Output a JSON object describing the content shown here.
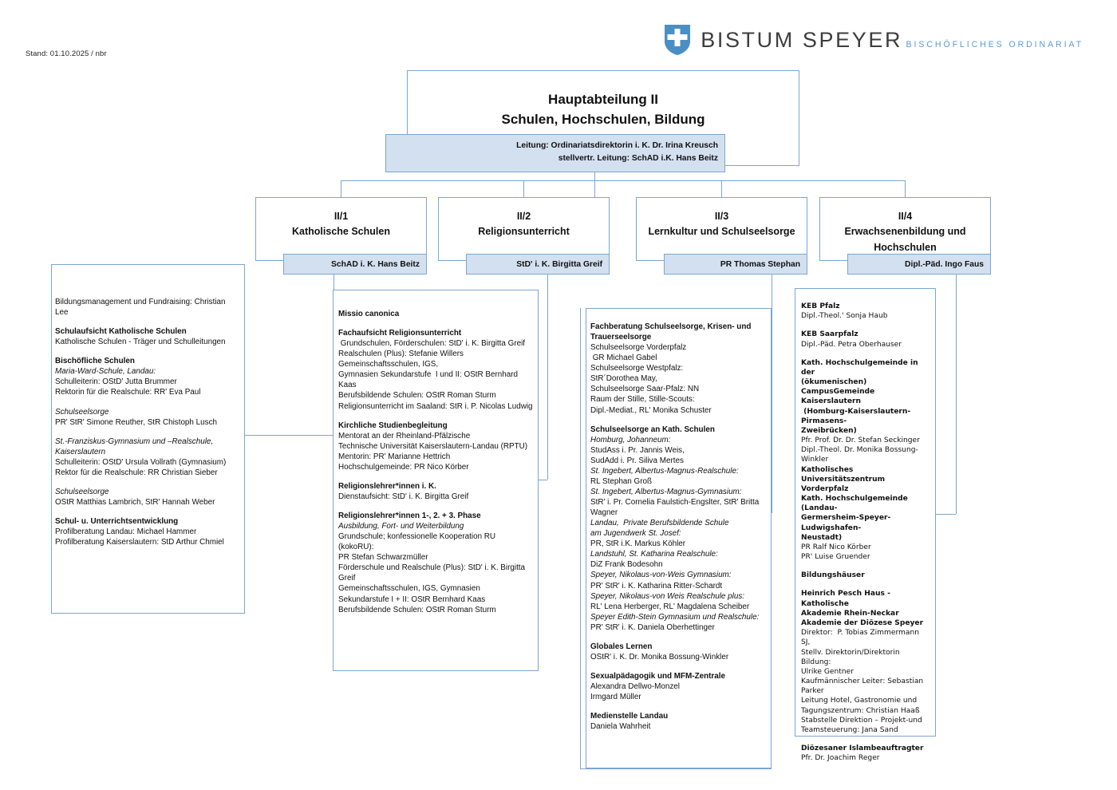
{
  "meta": {
    "stamp": "Stand: 01.10.2025 / nbr"
  },
  "logo": {
    "shield_icon": "shield-cross-icon",
    "main": "BISTUM SPEYER",
    "sub": "BISCHÖFLICHES ORDINARIAT",
    "shield_color": "#4a8fc4",
    "accent_color": "#5b9bd5",
    "text_color": "#3d3d3d"
  },
  "chart_colors": {
    "border": "#7aa6d2",
    "fill": "#d3e0f0",
    "background": "#ffffff"
  },
  "root": {
    "title_line1": "Hauptabteilung II",
    "title_line2": "Schulen, Hochschulen, Bildung",
    "lead1": "Leitung: Ordinariatsdirektorin i. K. Dr. Irina Kreusch",
    "lead2": "stellvertr. Leitung: SchAD i.K. Hans Beitz"
  },
  "departments": [
    {
      "code": "II/1",
      "name": "Katholische Schulen",
      "lead": "SchAD i. K. Hans Beitz"
    },
    {
      "code": "II/2",
      "name": "Religionsunterricht",
      "lead": "StD' i. K. Birgitta Greif"
    },
    {
      "code": "II/3",
      "name": "Lernkultur und Schulseelsorge",
      "lead": "PR Thomas Stephan"
    },
    {
      "code": "II/4",
      "name_line1": "Erwachsenenbildung und",
      "name_line2": "Hochschulen",
      "lead": "Dipl.-Päd. Ingo Faus"
    }
  ],
  "panel1": {
    "lines": [
      {
        "text": "Bildungsmanagement und Fundraising: Christian Lee",
        "style": "b-lead"
      },
      {
        "text": "",
        "style": "sp"
      },
      {
        "text": "Schulaufsicht Katholische Schulen",
        "style": "b"
      },
      {
        "text": "Katholische Schulen - Träger und Schulleitungen",
        "style": "n"
      },
      {
        "text": "",
        "style": "sp"
      },
      {
        "text": "Bischöfliche Schulen",
        "style": "b"
      },
      {
        "text": "Maria-Ward-Schule, Landau:",
        "style": "i"
      },
      {
        "text": "Schulleiterin: OStD' Jutta Brummer",
        "style": "n"
      },
      {
        "text": "Rektorin für die Realschule: RR' Eva Paul",
        "style": "n"
      },
      {
        "text": "",
        "style": "sp"
      },
      {
        "text": "Schulseelsorge",
        "style": "i"
      },
      {
        "text": "PR' StR' Simone Reuther, StR Chistoph Lusch",
        "style": "n"
      },
      {
        "text": "",
        "style": "sp"
      },
      {
        "text": "St.-Franziskus-Gymnasium und –Realschule,",
        "style": "i"
      },
      {
        "text": "Kaiserslautern",
        "style": "i"
      },
      {
        "text": "Schulleiterin: OStD' Ursula Vollrath (Gymnasium)",
        "style": "n"
      },
      {
        "text": "Rektor für die Realschule: RR Christian Sieber",
        "style": "n"
      },
      {
        "text": "",
        "style": "sp"
      },
      {
        "text": "Schulseelsorge",
        "style": "i"
      },
      {
        "text": "OStR Matthias Lambrich, StR' Hannah Weber",
        "style": "n"
      },
      {
        "text": "",
        "style": "sp"
      },
      {
        "text": "Schul- u. Unterrichtsentwicklung",
        "style": "b"
      },
      {
        "text": "Profilberatung Landau: Michael Hammer",
        "style": "n"
      },
      {
        "text": "Profilberatung Kaiserslautern: StD Arthur Chmiel",
        "style": "n"
      }
    ]
  },
  "panel2": {
    "lines": [
      {
        "text": "Missio canonica",
        "style": "b"
      },
      {
        "text": "",
        "style": "sp"
      },
      {
        "text": "Fachaufsicht Religionsunterricht",
        "style": "b"
      },
      {
        "text": " Grundschulen, Förderschulen: StD' i. K. Birgitta Greif",
        "style": "n"
      },
      {
        "text": "Realschulen (Plus): Stefanie Willers",
        "style": "n"
      },
      {
        "text": "Gemeinschaftsschulen, IGS,",
        "style": "n"
      },
      {
        "text": "Gymnasien Sekundarstufe  I und II: OStR Bernhard Kaas",
        "style": "n"
      },
      {
        "text": "Berufsbildende Schulen: OStR Roman Sturm",
        "style": "n"
      },
      {
        "text": "Religionsunterricht im Saaland: StR i. P. Nicolas Ludwig",
        "style": "n"
      },
      {
        "text": "",
        "style": "sp"
      },
      {
        "text": "Kirchliche Studienbegleitung",
        "style": "b"
      },
      {
        "text": "Mentorat an der Rheinland-Pfälzische",
        "style": "n"
      },
      {
        "text": "Technische Universität Kaiserslautern-Landau (RPTU)",
        "style": "n"
      },
      {
        "text": "Mentorin: PR' Marianne Hettrich",
        "style": "n"
      },
      {
        "text": "Hochschulgemeinde: PR Nico Körber",
        "style": "n"
      },
      {
        "text": "",
        "style": "sp"
      },
      {
        "text": "Religionslehrer*innen i. K.",
        "style": "b"
      },
      {
        "text": "Dienstaufsicht: StD' i. K. Birgitta Greif",
        "style": "n"
      },
      {
        "text": "",
        "style": "sp"
      },
      {
        "text": "Religionslehrer*innen 1-, 2. + 3. Phase",
        "style": "b"
      },
      {
        "text": "Ausbildung, Fort- und Weiterbildung",
        "style": "i"
      },
      {
        "text": "Grundschule; konfessionelle Kooperation RU (kokoRU):",
        "style": "n"
      },
      {
        "text": "PR Stefan Schwarzmüller",
        "style": "n"
      },
      {
        "text": "Förderschule und Realschule (Plus): StD' i. K. Birgitta Greif",
        "style": "n"
      },
      {
        "text": "Gemeinschaftsschulen, IGS, Gymnasien",
        "style": "n"
      },
      {
        "text": "Sekundarstufe I + II: OStR Bernhard Kaas",
        "style": "n"
      },
      {
        "text": "Berufsbildende Schulen: OStR Roman Sturm",
        "style": "n"
      }
    ]
  },
  "panel3": {
    "lines": [
      {
        "text": "Fachberatung Schulseelsorge, Krisen- und",
        "style": "b"
      },
      {
        "text": "Trauerseelsorge",
        "style": "b"
      },
      {
        "text": "Schulseelsorge Vorderpfalz",
        "style": "n"
      },
      {
        "text": " GR Michael Gabel",
        "style": "n"
      },
      {
        "text": "Schulseelsorge Westpfalz:",
        "style": "n"
      },
      {
        "text": "StR´Dorothea May,",
        "style": "n"
      },
      {
        "text": "Schulseelsorge Saar-Pfalz: NN",
        "style": "n"
      },
      {
        "text": "Raum der Stille, Stille-Scouts:",
        "style": "n"
      },
      {
        "text": "Dipl.-Mediat., RL' Monika Schuster",
        "style": "n"
      },
      {
        "text": "",
        "style": "sp"
      },
      {
        "text": "Schulseelsorge an Kath. Schulen",
        "style": "b"
      },
      {
        "text": "Homburg, Johanneum:",
        "style": "i"
      },
      {
        "text": "StudAss i. Pr. Jannis Weis,",
        "style": "n"
      },
      {
        "text": "SudAdd i. Pr. Siliva Mertes",
        "style": "n"
      },
      {
        "text": "St. Ingebert, Albertus-Magnus-Realschule:",
        "style": "i"
      },
      {
        "text": "RL Stephan Groß",
        "style": "n"
      },
      {
        "text": "St. Ingebert, Albertus-Magnus-Gymnasium:",
        "style": "i"
      },
      {
        "text": "StR' i. Pr. Cornelia Faulstich-Engslter, StR' Britta",
        "style": "n"
      },
      {
        "text": "Wagner",
        "style": "n"
      },
      {
        "text": "Landau,  Private Berufsbildende Schule",
        "style": "i"
      },
      {
        "text": "am Jugendwerk St. Josef:",
        "style": "i"
      },
      {
        "text": "PR, StR i.K. Markus Köhler",
        "style": "n"
      },
      {
        "text": "Landstuhl, St. Katharina Realschule:",
        "style": "i"
      },
      {
        "text": "DiZ Frank Bodesohn",
        "style": "n"
      },
      {
        "text": "Speyer, Nikolaus-von-Weis Gymnasium:",
        "style": "i"
      },
      {
        "text": "PR' StR' i. K. Katharina Ritter-Schardt",
        "style": "n"
      },
      {
        "text": "Speyer, Nikolaus-von Weis Realschule plus:",
        "style": "i"
      },
      {
        "text": "RL' Lena Herberger, RL' Magdalena Scheiber",
        "style": "n"
      },
      {
        "text": "Speyer Edith-Stein Gymnasium und Realschule:",
        "style": "i"
      },
      {
        "text": "PR' StR' i. K. Daniela Oberhettinger",
        "style": "n"
      },
      {
        "text": "",
        "style": "sp"
      },
      {
        "text": "Globales Lernen",
        "style": "b"
      },
      {
        "text": "OStR' i. K. Dr. Monika Bossung-Winkler",
        "style": "n"
      },
      {
        "text": "",
        "style": "sp"
      },
      {
        "text": "Sexualpädagogik und MFM-Zentrale",
        "style": "b"
      },
      {
        "text": "Alexandra Dellwo-Monzel",
        "style": "n"
      },
      {
        "text": "Irmgard Müller",
        "style": "n"
      },
      {
        "text": "",
        "style": "sp"
      },
      {
        "text": "Medienstelle Landau",
        "style": "b"
      },
      {
        "text": "Daniela Wahrheit",
        "style": "n"
      }
    ]
  },
  "panel4": {
    "lines": [
      {
        "text": "KEB Pfalz",
        "style": "b"
      },
      {
        "text": "Dipl.-Theol.' Sonja Haub",
        "style": "n"
      },
      {
        "text": "",
        "style": "sp"
      },
      {
        "text": "KEB Saarpfalz",
        "style": "b"
      },
      {
        "text": "Dipl.-Päd. Petra Oberhauser",
        "style": "n"
      },
      {
        "text": "",
        "style": "sp"
      },
      {
        "text": "Kath. Hochschulgemeinde in der",
        "style": "b"
      },
      {
        "text": "(ökumenischen) CampusGemeinde",
        "style": "b"
      },
      {
        "text": "Kaiserslautern",
        "style": "b"
      },
      {
        "text": " (Homburg-Kaiserslautern-Pirmasens-",
        "style": "b"
      },
      {
        "text": "Zweibrücken)",
        "style": "b"
      },
      {
        "text": "Pfr. Prof. Dr. Dr. Stefan Seckinger",
        "style": "n"
      },
      {
        "text": "Dipl.-Theol. Dr. Monika Bossung-Winkler",
        "style": "n"
      },
      {
        "text": "Katholisches Universitätszentrum",
        "style": "b"
      },
      {
        "text": "Vorderpfalz",
        "style": "b"
      },
      {
        "text": "Kath. Hochschulgemeinde (Landau-",
        "style": "b"
      },
      {
        "text": "Germersheim-Speyer-Ludwigshafen-",
        "style": "b"
      },
      {
        "text": "Neustadt)",
        "style": "b"
      },
      {
        "text": "PR Ralf Nico Körber",
        "style": "n"
      },
      {
        "text": "PR' Luise Gruender",
        "style": "n"
      },
      {
        "text": "",
        "style": "sp"
      },
      {
        "text": "Bildungshäuser",
        "style": "b"
      },
      {
        "text": "",
        "style": "sp"
      },
      {
        "text": "Heinrich Pesch Haus - Katholische",
        "style": "b"
      },
      {
        "text": "Akademie Rhein-Neckar",
        "style": "b"
      },
      {
        "text": "Akademie der Diözese Speyer",
        "style": "b"
      },
      {
        "text": "Direktor:  P. Tobias Zimmermann SJ,",
        "style": "n"
      },
      {
        "text": "Stellv. Direktorin/Direktorin Bildung:",
        "style": "n"
      },
      {
        "text": "Ulrike Gentner",
        "style": "n"
      },
      {
        "text": "Kaufmännischer Leiter: Sebastian Parker",
        "style": "n"
      },
      {
        "text": "Leitung Hotel, Gastronomie und",
        "style": "n"
      },
      {
        "text": "Tagungszentrum: Christian Haaß",
        "style": "n"
      },
      {
        "text": "Stabstelle Direktion – Projekt-und",
        "style": "n"
      },
      {
        "text": "Teamsteuerung: Jana Sand",
        "style": "n"
      },
      {
        "text": "",
        "style": "sp"
      },
      {
        "text": "Diözesaner Islambeauftragter",
        "style": "b"
      },
      {
        "text": "Pfr. Dr. Joachim Reger",
        "style": "n"
      }
    ]
  }
}
